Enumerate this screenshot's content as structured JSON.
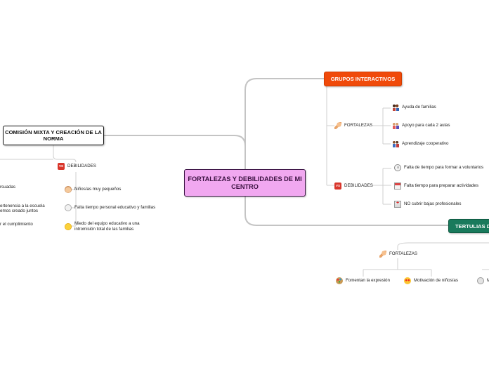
{
  "central": "FORTALEZAS Y DEBILIDADES DE MI CENTRO",
  "branches": {
    "comision": {
      "title": "COMISIÓN MIXTA Y CREACIÓN DE LA NORMA",
      "debilidades": {
        "label": "DEBILIDADES",
        "items": [
          "Niños/as muy pequeños",
          "Falta tiempo personal educativo y familias",
          "Miedo del equipo educativo a una intromisión total de las familias"
        ]
      },
      "fortalezas_partial": [
        "rsuadas",
        "ertenencia a la escuela",
        "emos creado juntos",
        "r el cumplimiento"
      ]
    },
    "grupos": {
      "title": "GRUPOS INTERACTIVOS",
      "fortalezas": {
        "label": "FORTALEZAS",
        "items": [
          "Ayuda de familias",
          "Apoyo para cada 2 aulas",
          "Aprendizaje cooperativo"
        ]
      },
      "debilidades": {
        "label": "DEBILIDADES",
        "items": [
          "Falta de tiempo para formar a voluntarios",
          "Falta tiempo para preparar actividades",
          "NO cubrir bajas profesionales"
        ]
      }
    },
    "tertulias": {
      "title": "TERTULIAS D",
      "fortalezas": {
        "label": "FORTALEZAS",
        "items": [
          "Fomentan la expresión",
          "Motivación de niños/as",
          "M"
        ]
      }
    }
  },
  "colors": {
    "central_fill": "#f1a8f0",
    "grupos_fill": "#f04a0a",
    "tertulias_fill": "#197a5c",
    "connector": "#c8c8c8"
  }
}
